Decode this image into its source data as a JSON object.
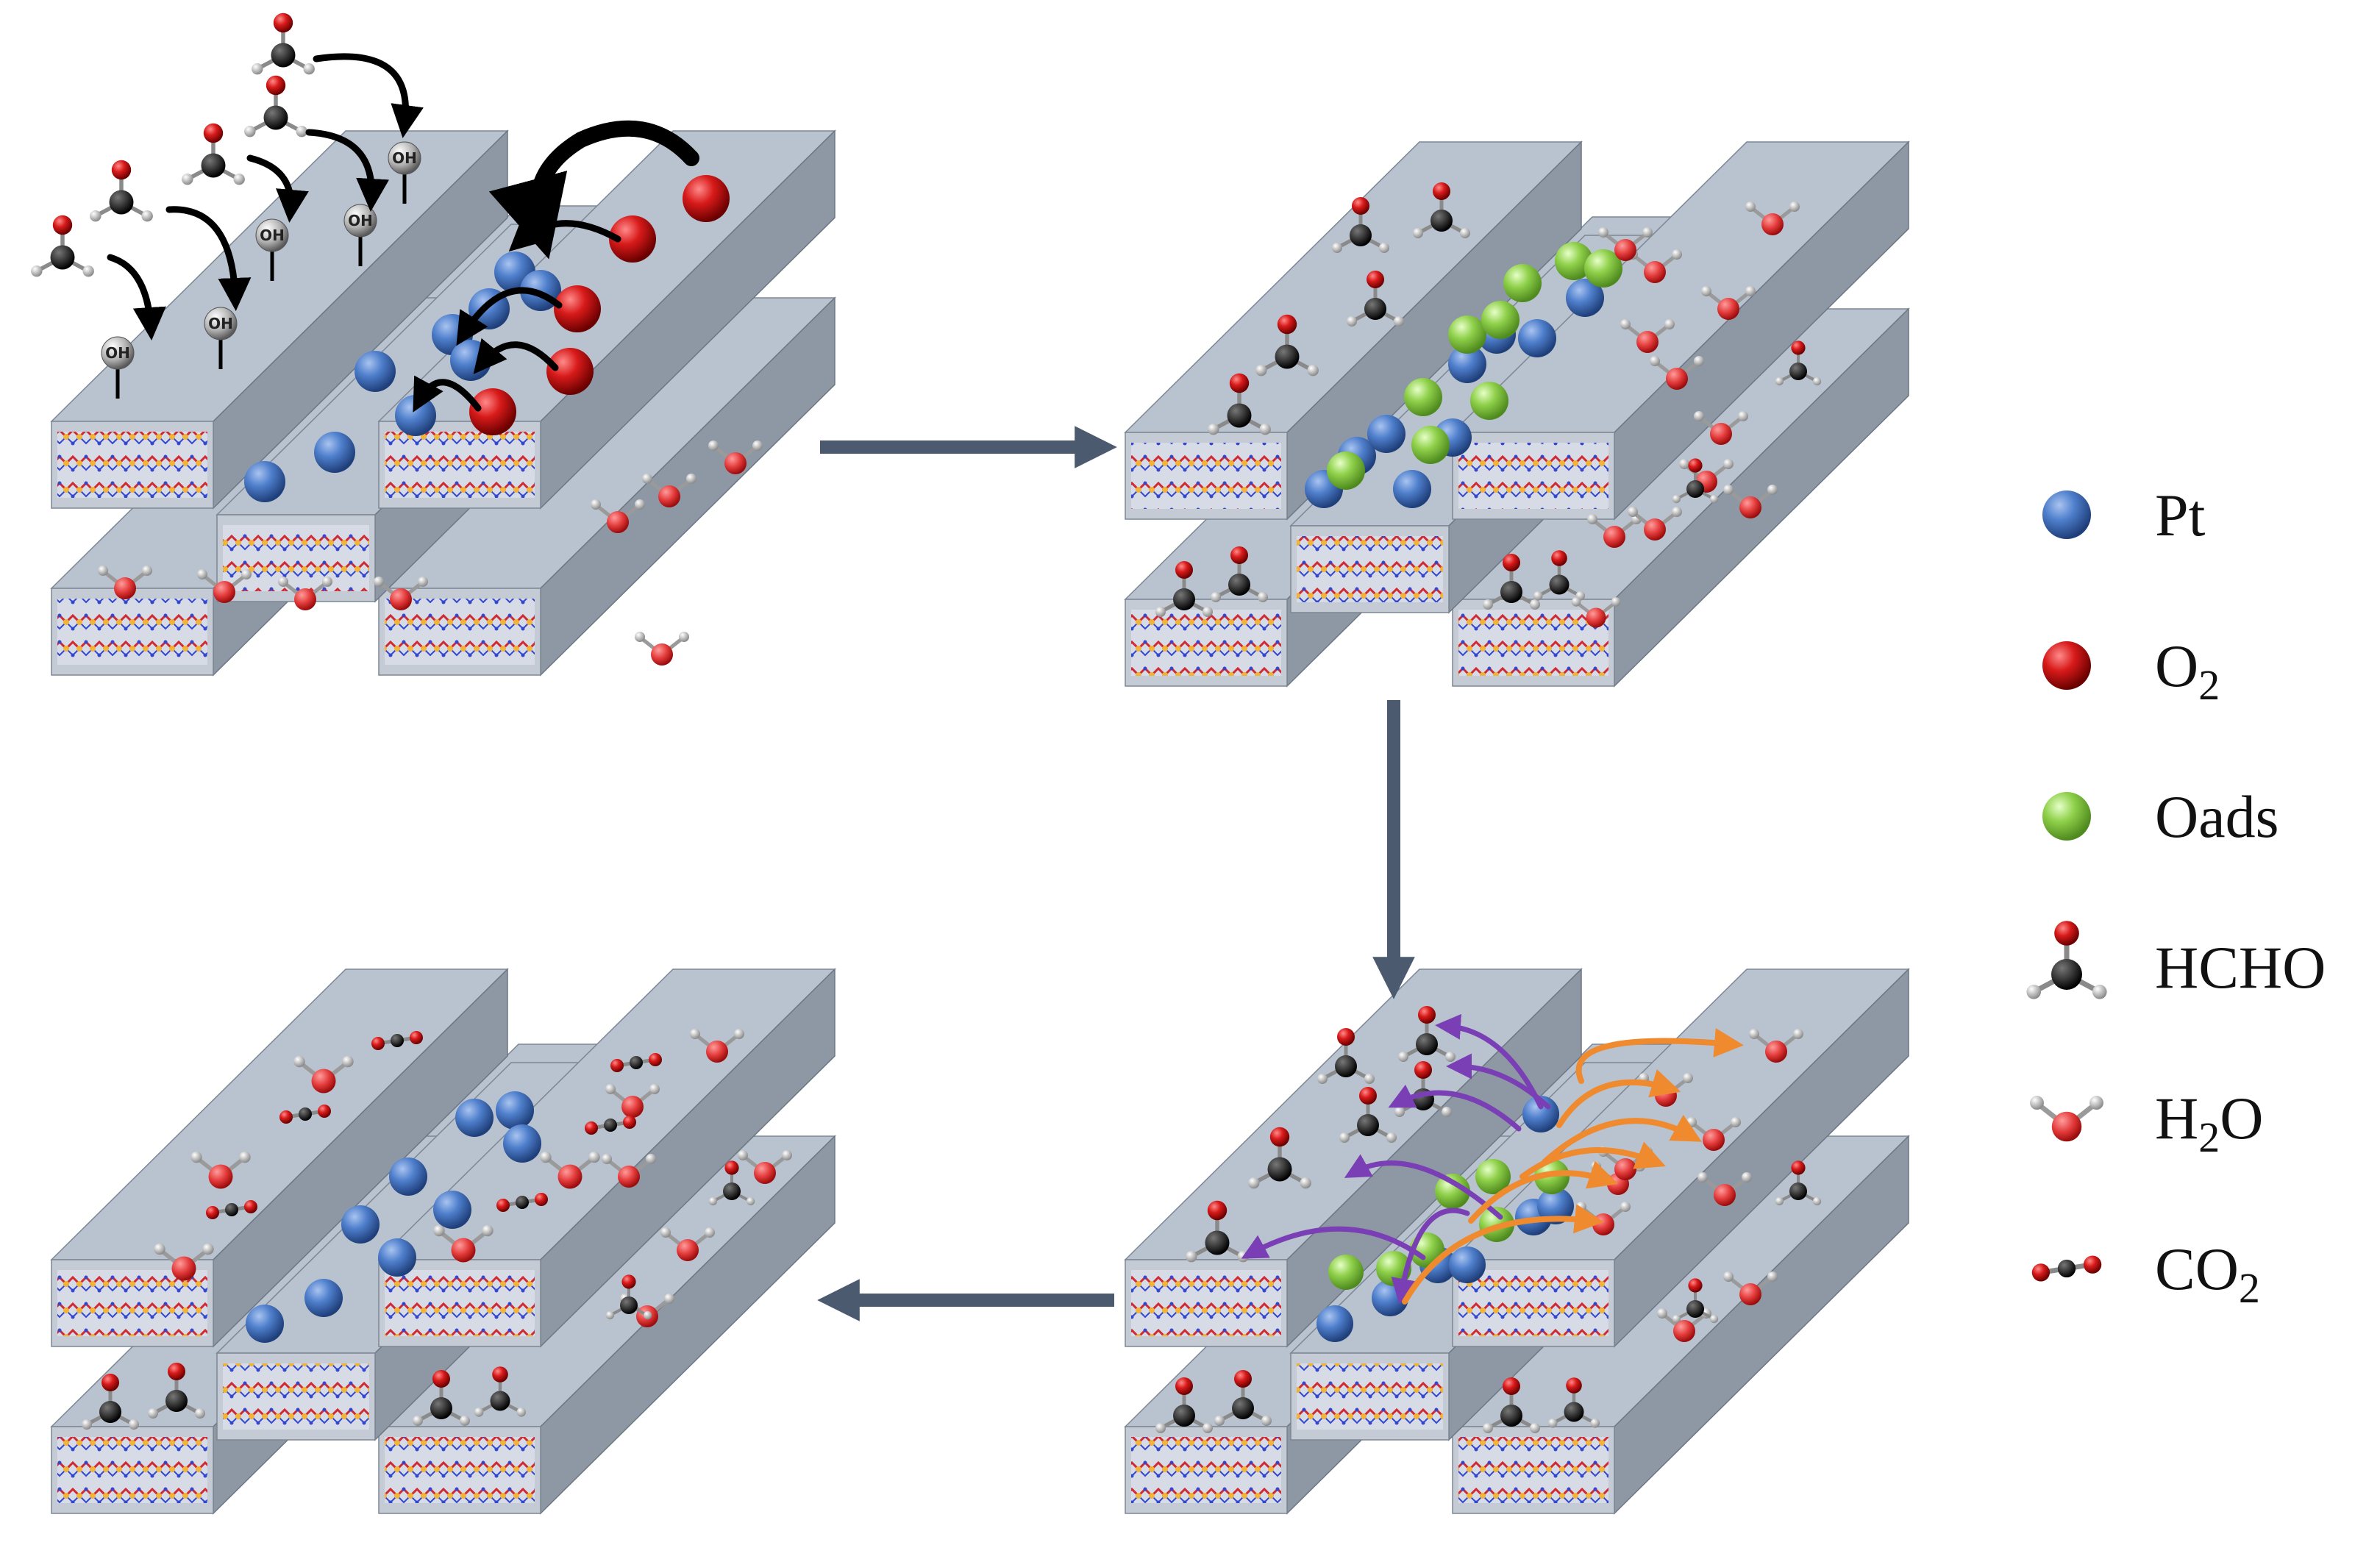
{
  "legend": {
    "items": [
      {
        "key": "pt",
        "label": "Pt",
        "sub": "",
        "tail": "",
        "icon": "pt-sphere-icon"
      },
      {
        "key": "o2",
        "label": "O",
        "sub": "2",
        "tail": "",
        "icon": "o2-sphere-icon"
      },
      {
        "key": "oads",
        "label": "Oads",
        "sub": "",
        "tail": "",
        "icon": "oads-sphere-icon"
      },
      {
        "key": "hcho",
        "label": "HCHO",
        "sub": "",
        "tail": "",
        "icon": "hcho-molecule-icon"
      },
      {
        "key": "h2o",
        "label": "H",
        "sub": "2",
        "tail": "O",
        "icon": "h2o-molecule-icon"
      },
      {
        "key": "co2",
        "label": "CO",
        "sub": "2",
        "tail": "",
        "icon": "co2-molecule-icon"
      }
    ]
  },
  "oh_label": "OH",
  "colors": {
    "pt": "#3f6fbf",
    "o2": "#c8141a",
    "oads": "#8fd04a",
    "carbon": "#1a1a1a",
    "hydrogen": "#d9d9d9",
    "slab_top": "#b9c3d0",
    "slab_side": "#8e98a5",
    "slab_front": "#c4cbd5",
    "arrow": "#4b5a6e",
    "purple": "#7b3fb5",
    "orange": "#ef8a2e"
  }
}
